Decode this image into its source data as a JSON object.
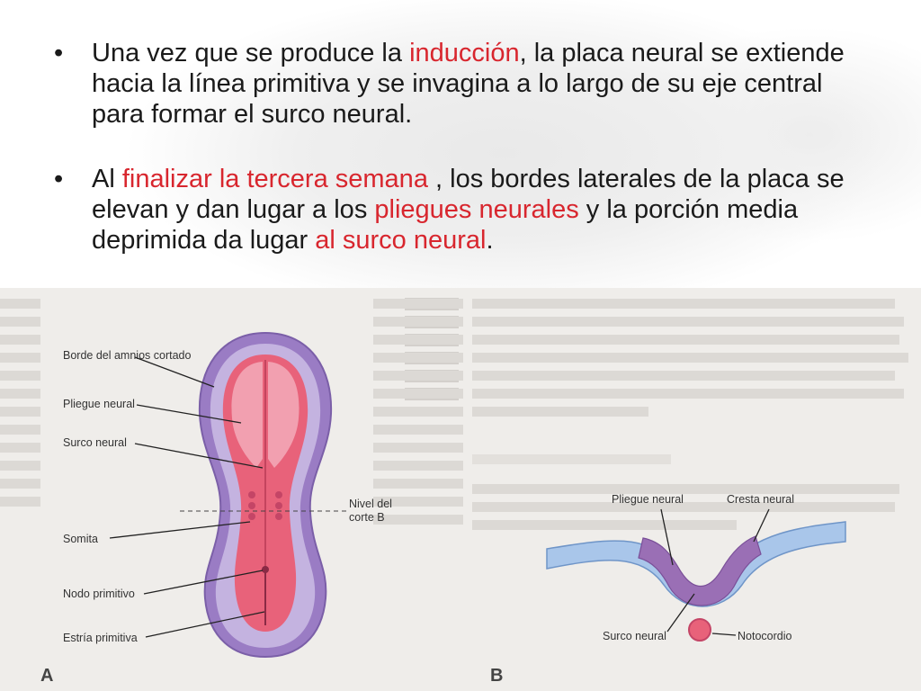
{
  "bullet1": {
    "t1": "Una vez que se produce la ",
    "h1": "inducción",
    "t2": ", la placa neural se extiende hacia la línea primitiva y se invagina a lo largo de su eje central para formar el surco neural."
  },
  "bullet2": {
    "t1": "Al ",
    "h1": "finalizar la tercera semana",
    "t2": " , los bordes laterales de la placa se elevan y dan lugar a los ",
    "h2": "pliegues neurales",
    "t3": " y la porción media deprimida da lugar ",
    "h3": "al surco neural",
    "t4": "."
  },
  "bullet_symbol": "•",
  "figA": {
    "letter": "A",
    "labels": {
      "amnios": "Borde del amnios cortado",
      "pliegue": "Pliegue neural",
      "surco": "Surco neural",
      "nivel": "Nivel del corte B",
      "somita": "Somita",
      "nodo": "Nodo primitivo",
      "estria": "Estría primitiva"
    }
  },
  "figB": {
    "letter": "B",
    "labels": {
      "pliegue": "Pliegue neural",
      "cresta": "Cresta neural",
      "surco": "Surco neural",
      "notocordio": "Notocordio"
    }
  },
  "colors": {
    "highlight": "#d8262e",
    "text": "#1a1a1a",
    "embryo_pink": "#e8627a",
    "embryo_purple": "#9a7cc4",
    "ectoderm_blue": "#a9c6ea"
  }
}
